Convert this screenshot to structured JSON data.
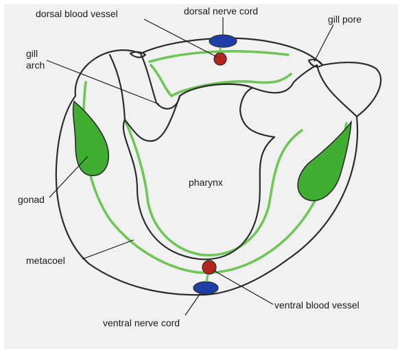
{
  "labels": {
    "dorsal_blood_vessel": "dorsal blood vessel",
    "dorsal_nerve_cord": "dorsal nerve cord",
    "gill_pore": "gill pore",
    "gill_arch_line1": "gill",
    "gill_arch_line2": "arch",
    "pharynx": "pharynx",
    "gonad": "gonad",
    "metacoel": "metacoel",
    "ventral_blood_vessel": "ventral blood vessel",
    "ventral_nerve_cord": "ventral nerve cord"
  },
  "colors": {
    "background": "#ffffff",
    "panel": "#f1f1f1",
    "tissue": "#f7f7f5",
    "coelom_line": "#6dc655",
    "gonad": "#3fae32",
    "nerve_cord": "#1f3fa8",
    "blood_vessel": "#b3261e",
    "outline": "#2b2b2b"
  }
}
